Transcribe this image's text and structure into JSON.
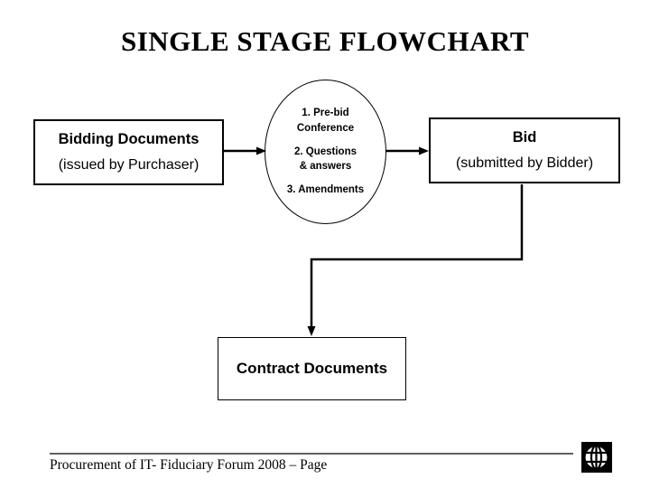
{
  "title": "SINGLE STAGE FLOWCHART",
  "flowchart": {
    "bidding_box": {
      "line1": "Bidding Documents",
      "line2": "(issued by Purchaser)"
    },
    "prebid_ellipse": {
      "item1_line1": "1. Pre-bid",
      "item1_line2": "Conference",
      "item2_line1": "2. Questions",
      "item2_line2": "& answers",
      "item3_line1": "3. Amendments"
    },
    "bid_box": {
      "line1": "Bid",
      "line2": "(submitted by Bidder)"
    },
    "contract_box": {
      "label": "Contract Documents"
    }
  },
  "footer": {
    "text": "Procurement of IT- Fiduciary Forum 2008 – Page"
  },
  "icons": {
    "globe": "globe-icon"
  },
  "colors": {
    "foreground": "#000000",
    "background": "#ffffff"
  }
}
